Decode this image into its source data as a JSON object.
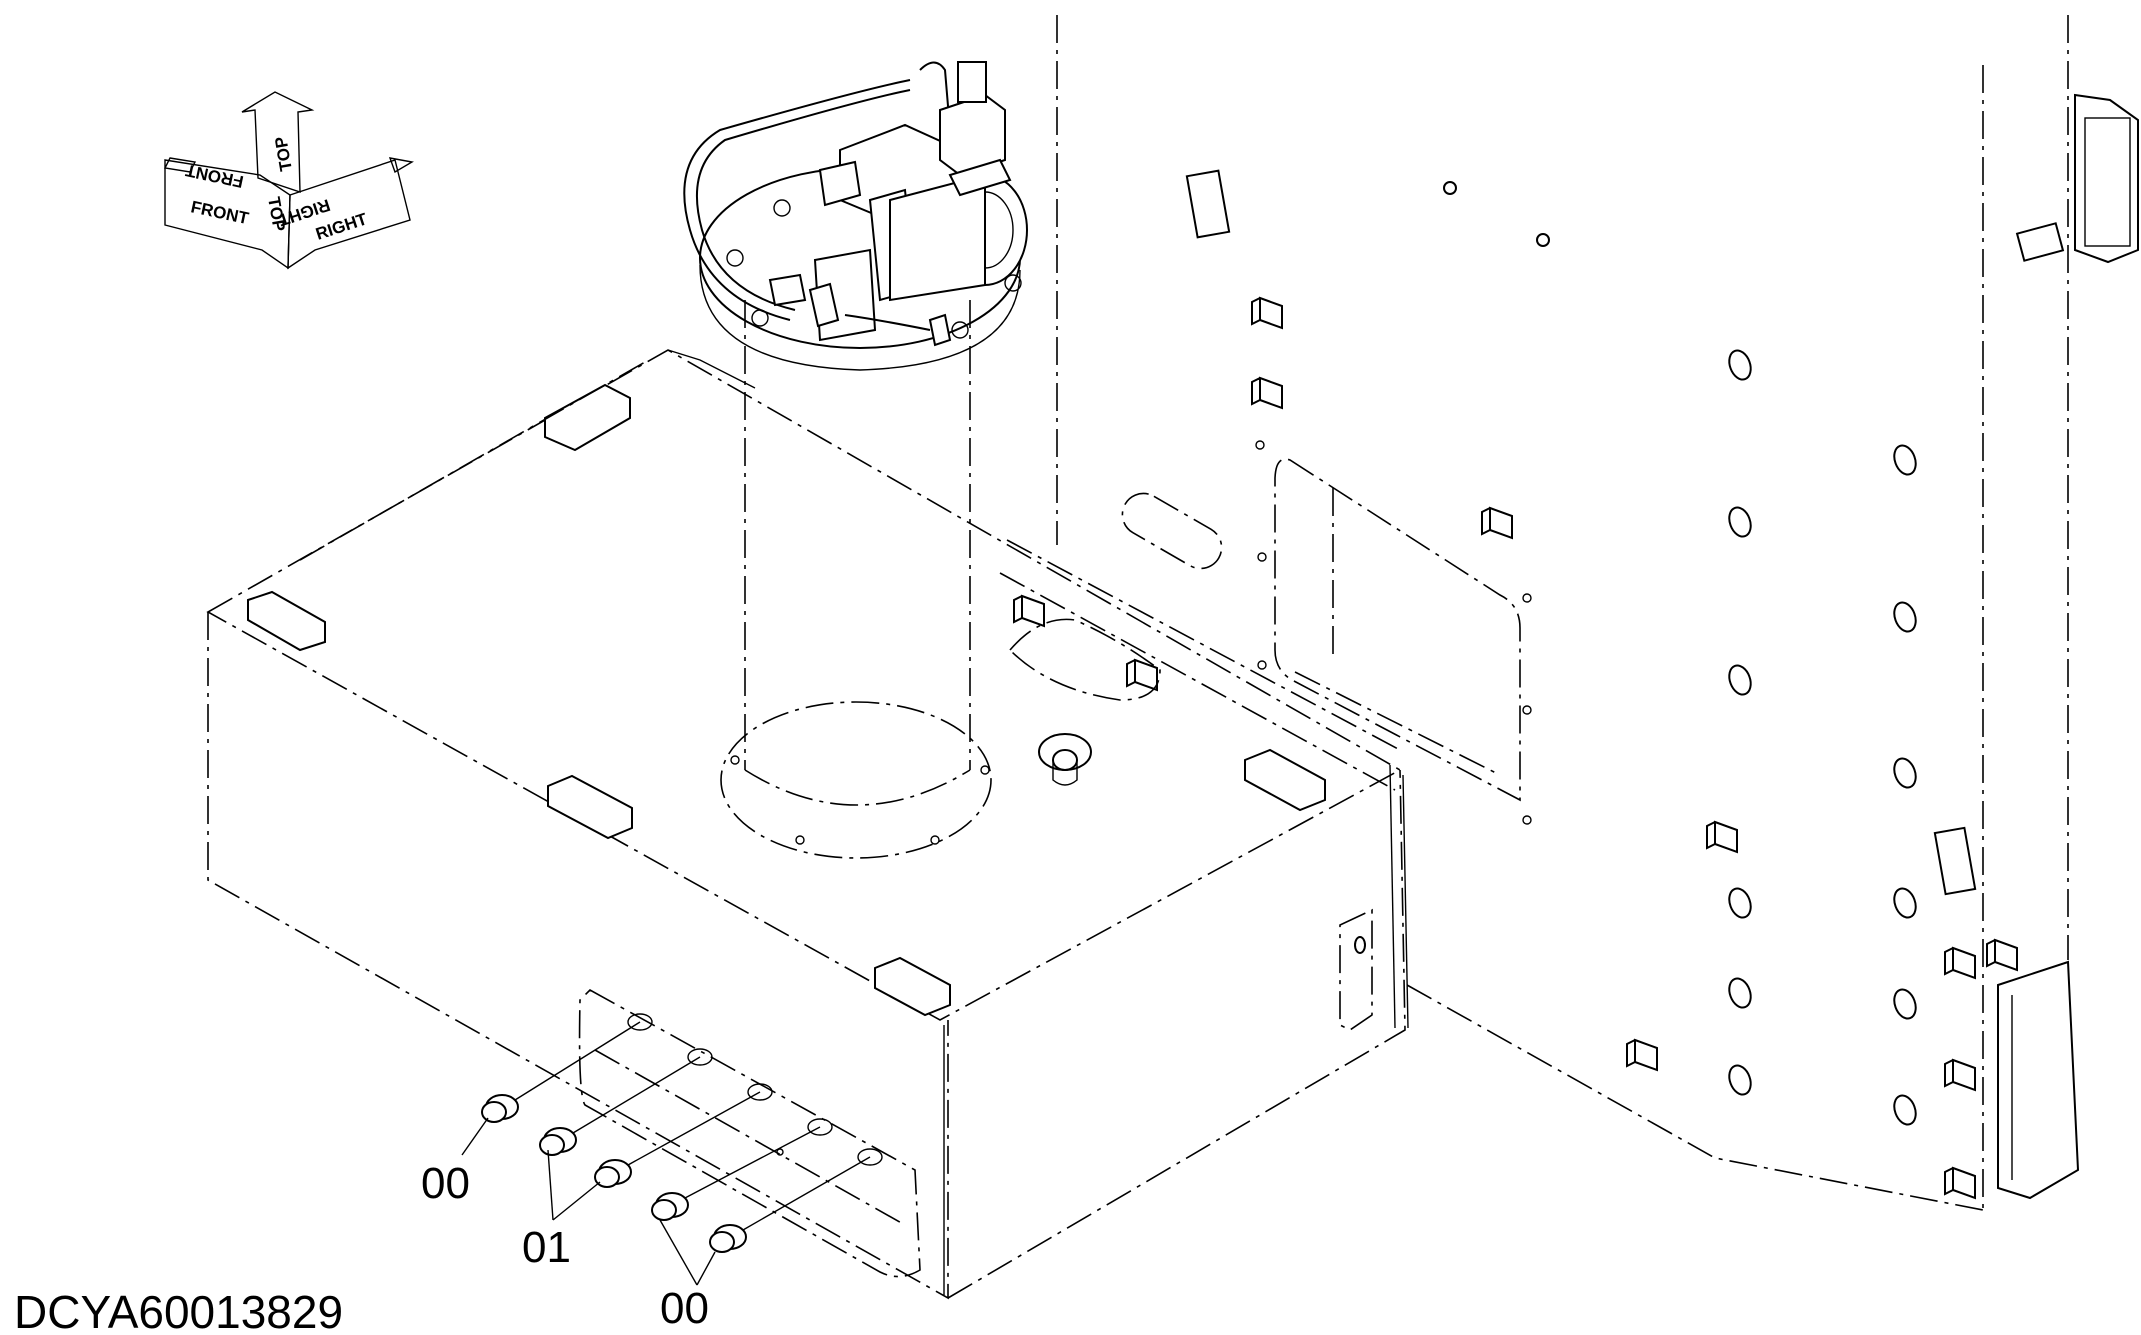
{
  "drawing_code": "DCYA60013829",
  "orientation": {
    "front": "FRONT",
    "top": "TOP",
    "right": "RIGHT"
  },
  "callouts": [
    {
      "label": "00"
    },
    {
      "label": "01"
    },
    {
      "label": "00"
    }
  ]
}
